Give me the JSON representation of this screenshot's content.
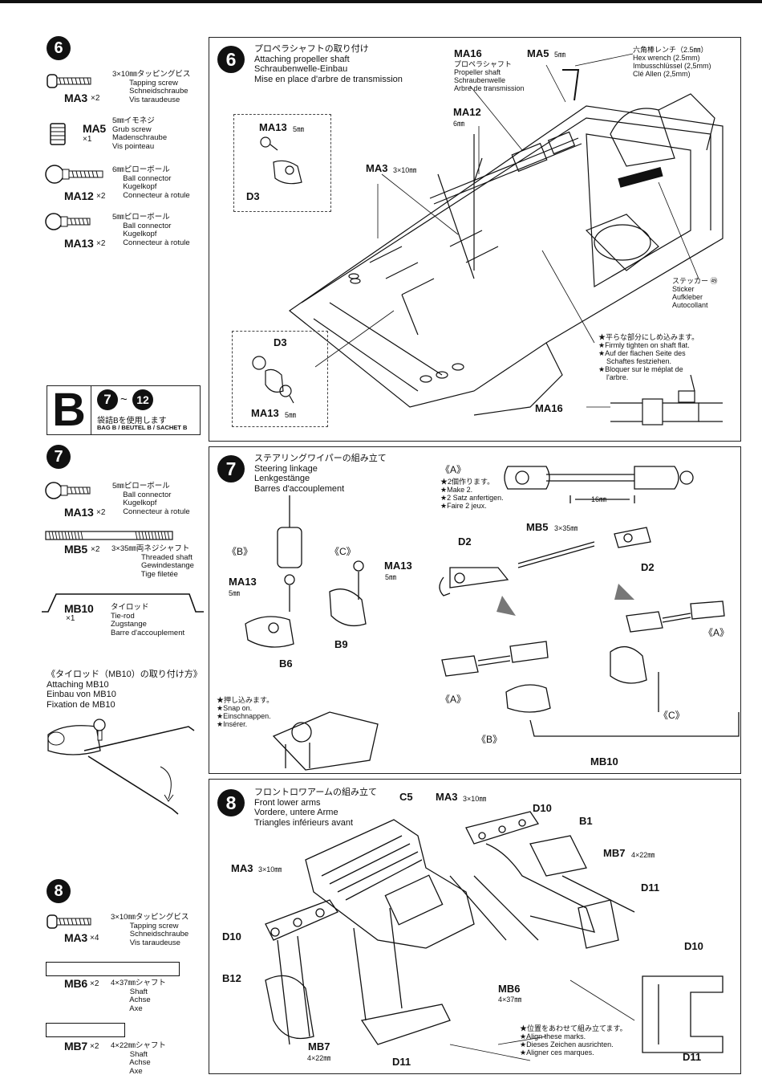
{
  "left": {
    "step6": {
      "num": "6",
      "parts": [
        {
          "code": "MA3",
          "qty": "×2",
          "desc": "3×10㎜タッピングビス\n        Tapping screw\n        Schneidschraube\n        Vis taraudeuse"
        },
        {
          "code": "MA5",
          "qty": "×1",
          "desc": "5㎜イモネジ\nGrub screw\nMadenschraube\nVis pointeau"
        },
        {
          "code": "MA12",
          "qty": "×2",
          "desc": "6㎜ピローボール\n     Ball connector\n     Kugelkopf\n     Connecteur à rotule"
        },
        {
          "code": "MA13",
          "qty": "×2",
          "desc": "5㎜ピローボール\n     Ball connector\n     Kugelkopf\n     Connecteur à rotule"
        }
      ]
    },
    "bag": {
      "letter": "B",
      "range_start": "7",
      "tilde": "~",
      "range_end": "12",
      "jp": "袋詰Bを使用します",
      "multi": "BAG B / BEUTEL B / SACHET B"
    },
    "step7": {
      "num": "7",
      "parts": [
        {
          "code": "MA13",
          "qty": "×2",
          "desc": "5㎜ピローボール\n     Ball connector\n     Kugelkopf\n     Connecteur à rotule"
        },
        {
          "code": "MB5",
          "qty": "×2",
          "desc": "3×35㎜両ネジシャフト\n              Threaded shaft\n              Gewindestange\n              Tige filetée"
        },
        {
          "code": "MB10",
          "qty": "×1",
          "desc": "タイロッド\nTie-rod\nZugstange\nBarre d'accouplement"
        }
      ],
      "note_title": "《タイロッド（MB10）の取り付け方》\nAttaching MB10\nEinbau von MB10\nFixation de MB10"
    },
    "step8": {
      "num": "8",
      "parts": [
        {
          "code": "MA3",
          "qty": "×4",
          "desc": "3×10㎜タッピングビス\n         Tapping screw\n         Schneidschraube\n         Vis taraudeuse"
        },
        {
          "code": "MB6",
          "qty": "×2",
          "desc": "4×37㎜シャフト\n         Shaft\n         Achse\n         Axe"
        },
        {
          "code": "MB7",
          "qty": "×2",
          "desc": "4×22㎜シャフト\n         Shaft\n         Achse\n         Axe"
        }
      ]
    }
  },
  "panel6": {
    "num": "6",
    "title": "プロペラシャフトの取り付け\nAttaching propeller shaft\nSchraubenwelle-Einbau\nMise en place d'arbre de transmission",
    "labels": {
      "ma16": "MA16",
      "ma16_desc": "プロペラシャフト\nPropeller shaft\nSchraubenwelle\nArbre de transmission",
      "ma5": "MA5",
      "ma5_size": "5㎜",
      "wrench": "六角棒レンチ（2.5㎜）\nHex wrench (2.5mm)\nImbusschlüssel (2,5mm)\nClé Allen (2,5mm)",
      "ma12": "MA12",
      "ma12_size": "6㎜",
      "ma13a": "MA13",
      "ma13a_size": "5㎜",
      "d3a": "D3",
      "ma3": "MA3",
      "ma3_size": "3×10㎜",
      "sticker": "ステッカー ㊾\nSticker\nAufkleber\nAutocollant",
      "d3b": "D3",
      "ma13b": "MA13",
      "ma13b_size": "5㎜",
      "note": "★平らな部分にしめ込みます。\n★Firmly tighten on shaft flat.\n★Auf der flachen Seite des\n    Schaftes festziehen.\n★Bloquer sur le méplat de\n    l'arbre.",
      "ma16b": "MA16"
    }
  },
  "panel7": {
    "num": "7",
    "title": "ステアリングワイパーの組み立て\nSteering linkage\nLenkgestänge\nBarres d'accouplement",
    "labels": {
      "a_head": "《A》",
      "a_note": "★2個作ります。\n★Make 2.\n★2 Satz anfertigen.\n★Faire 2 jeux.",
      "dim": "16㎜",
      "mb5": "MB5",
      "mb5_size": "3×35㎜",
      "d2a": "D2",
      "d2b": "D2",
      "b_head": "《B》",
      "c_head": "《C》",
      "ma13a": "MA13",
      "ma13a_size": "5㎜",
      "ma13b": "MA13",
      "ma13b_size": "5㎜",
      "b6": "B6",
      "b9": "B9",
      "a2": "《A》",
      "a3": "《A》",
      "b2": "《B》",
      "c2": "《C》",
      "mb10": "MB10",
      "snap": "★押し込みます。\n★Snap on.\n★Einschnappen.\n★Insérer."
    }
  },
  "panel8": {
    "num": "8",
    "title": "フロントロワアームの組み立て\nFront lower arms\nVordere, untere Arme\nTriangles inférieurs avant",
    "labels": {
      "c5": "C5",
      "ma3a": "MA3",
      "ma3a_size": "3×10㎜",
      "d10a": "D10",
      "b1": "B1",
      "mb7a": "MB7",
      "mb7a_size": "4×22㎜",
      "d11a": "D11",
      "ma3b": "MA3",
      "ma3b_size": "3×10㎜",
      "d10b": "D10",
      "b12": "B12",
      "mb6": "MB6",
      "mb6_size": "4×37㎜",
      "mb7b": "MB7",
      "mb7b_size": "4×22㎜",
      "d11b": "D11",
      "d10c": "D10",
      "d11c": "D11",
      "align": "★位置をあわせて組み立てます。\n★Align these marks.\n★Dieses Zeichen ausrichten.\n★Aligner ces marques."
    }
  }
}
